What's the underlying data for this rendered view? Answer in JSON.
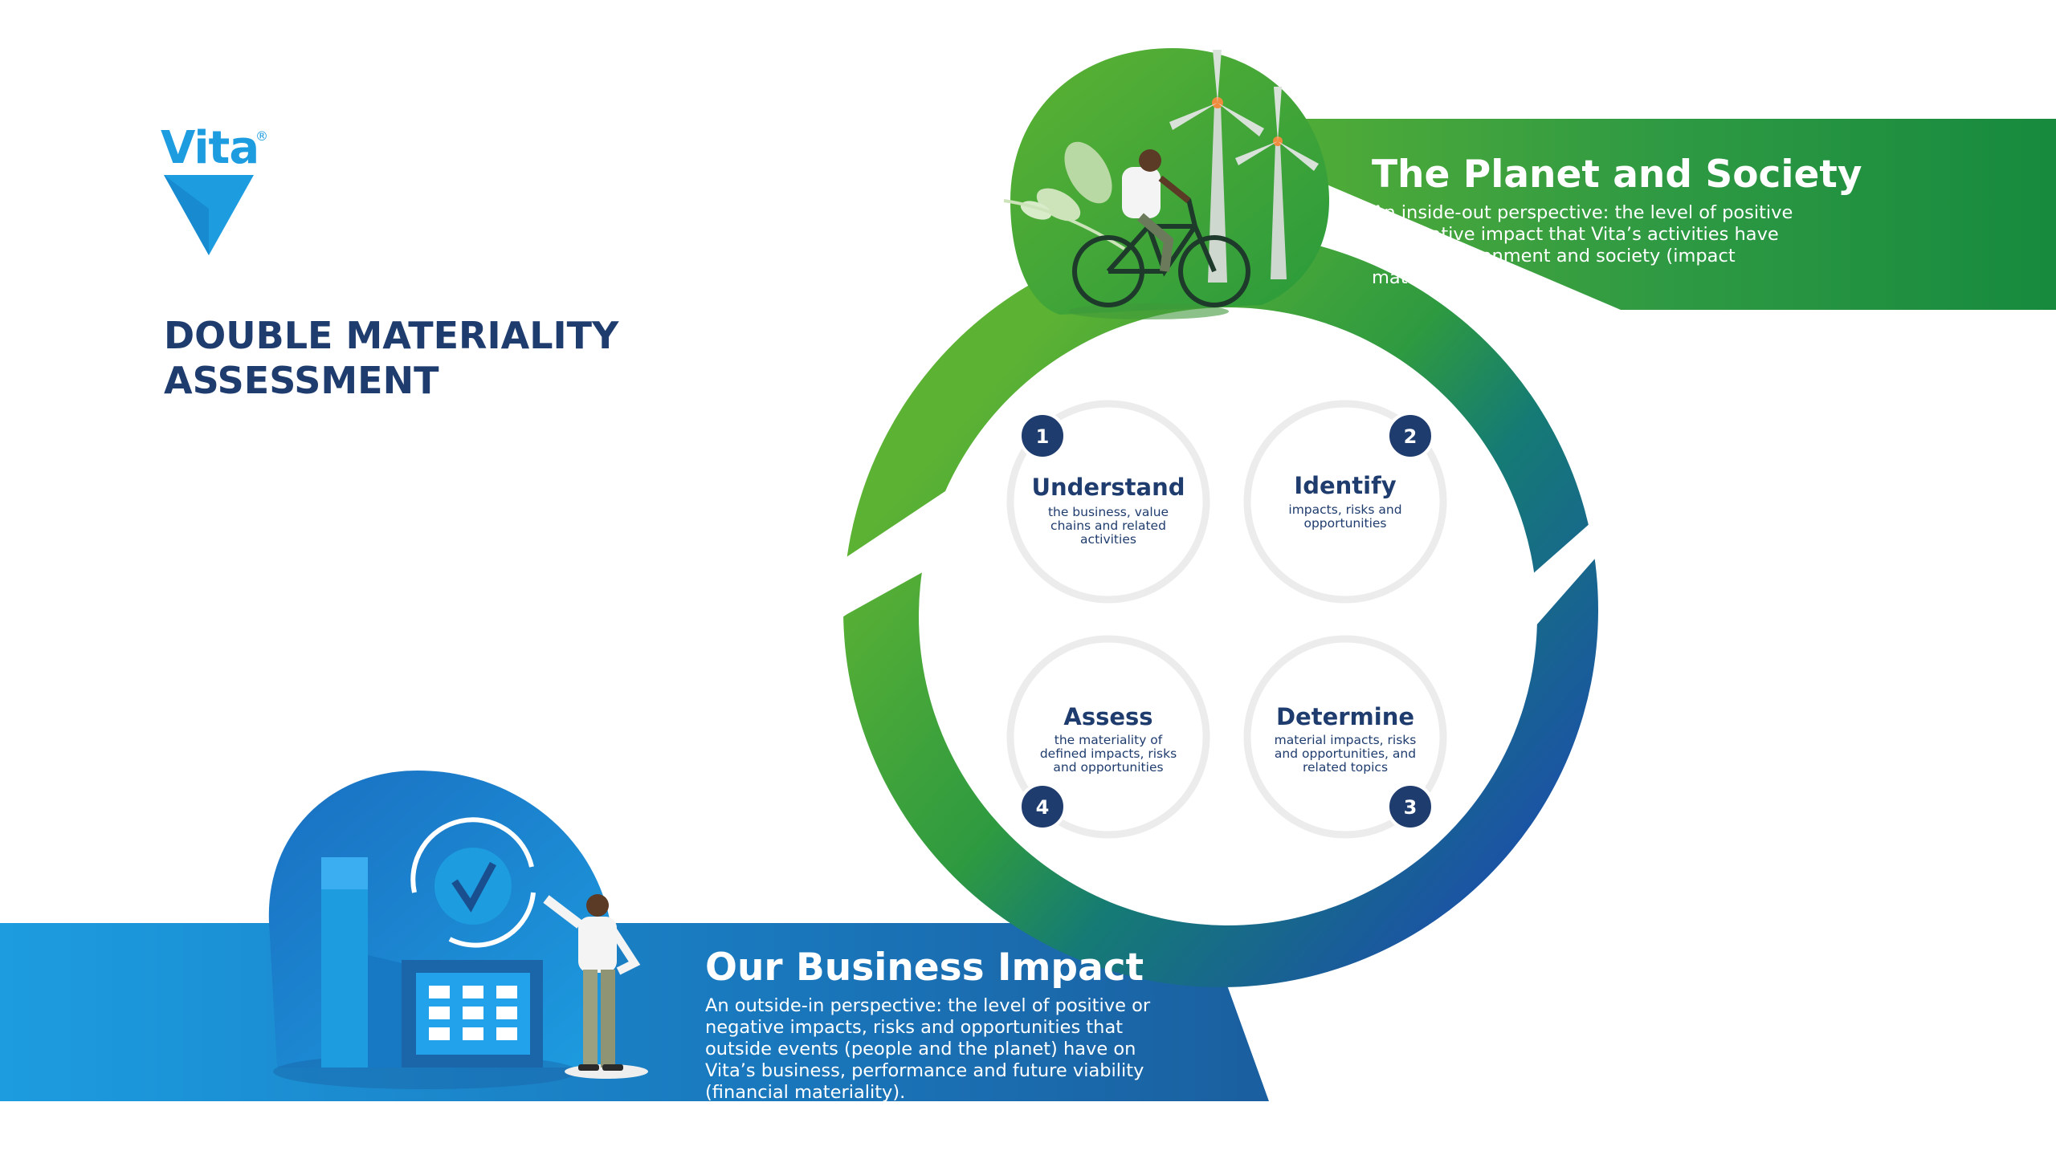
{
  "brand": {
    "name": "Vita",
    "registered_mark": "®",
    "colors": {
      "green": "#4aac2e",
      "blue": "#1b66a8",
      "light_blue": "#1d9ce0",
      "navy": "#1f3c6e"
    }
  },
  "page_title": "DOUBLE MATERIALITY ASSESSMENT",
  "planet": {
    "title": "The Planet and Society",
    "description": "An inside-out perspective: the level of positive or negative impact that Vita’s activities have on the environment and society (impact materiality)."
  },
  "business": {
    "title": "Our Business Impact",
    "description": "An outside-in perspective: the level of positive or negative impacts, risks and opportunities that outside events (people and the planet) have on Vita’s business, performance and future viability (financial materiality)."
  },
  "steps": [
    {
      "number": "1",
      "title": "Understand",
      "description": "the business, value chains and related activities"
    },
    {
      "number": "2",
      "title": "Identify",
      "description": "impacts, risks and opportunities"
    },
    {
      "number": "3",
      "title": "Determine",
      "description": "material impacts, risks and opportunities, and related topics"
    },
    {
      "number": "4",
      "title": "Assess",
      "description": "the materiality of defined impacts, risks and opportunities"
    }
  ],
  "icons": [
    "vita-logo-icon",
    "wind-turbine-icon",
    "cyclist-icon",
    "leaf-icon",
    "factory-icon",
    "checkmark-icon",
    "person-icon"
  ]
}
